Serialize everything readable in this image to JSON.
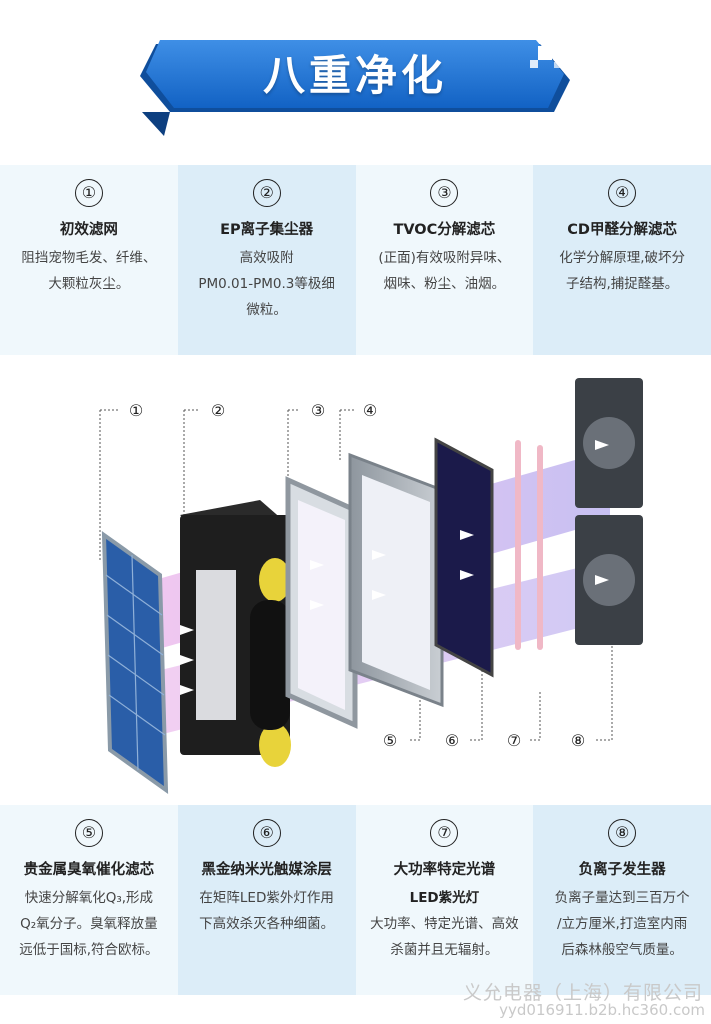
{
  "title": "八重净化",
  "cards_top": [
    {
      "num": "①",
      "title": "初效滤网",
      "lines": [
        "阻挡宠物毛发、纤维、",
        "大颗粒灰尘。"
      ]
    },
    {
      "num": "②",
      "title": "EP离子集尘器",
      "lines": [
        "高效吸附",
        "PM0.01-PM0.3等极细",
        "微粒。"
      ]
    },
    {
      "num": "③",
      "title": "TVOC分解滤芯",
      "lines": [
        "(正面)有效吸附异味、",
        "烟味、粉尘、油烟。"
      ]
    },
    {
      "num": "④",
      "title": "CD甲醛分解滤芯",
      "lines": [
        "化学分解原理,破坏分",
        "子结构,捕捉醛基。"
      ]
    }
  ],
  "cards_bottom": [
    {
      "num": "⑤",
      "title": "贵金属臭氧催化滤芯",
      "lines": [
        "快速分解氧化Q₃,形成",
        "Q₂氧分子。臭氧释放量",
        "远低于国标,符合欧标。"
      ]
    },
    {
      "num": "⑥",
      "title": "黑金纳米光触媒涂层",
      "lines": [
        "在矩阵LED紫外灯作用",
        "下高效杀灭各种细菌。"
      ]
    },
    {
      "num": "⑦",
      "title": "大功率特定光谱",
      "lines": [
        "LED紫光灯",
        "大功率、特定光谱、高效",
        "杀菌并且无辐射。"
      ]
    },
    {
      "num": "⑧",
      "title": "负离子发生器",
      "lines": [
        "负离子量达到三百万个",
        "/立方厘米,打造室内雨",
        "后森林般空气质量。"
      ]
    }
  ],
  "diagram_labels": {
    "top": [
      "①",
      "②",
      "③",
      "④"
    ],
    "bottom": [
      "⑤",
      "⑥",
      "⑦",
      "⑧"
    ]
  },
  "watermark": {
    "line1": "义允电器（上海）有限公司",
    "line2": "yyd016911.b2b.hc360.com"
  },
  "colors": {
    "banner": "#1a6fd0",
    "banner_dark": "#0f4e9c",
    "card_light": "#f0f8fc",
    "card_dark": "#dcedf8",
    "beam": "#c070e0"
  }
}
